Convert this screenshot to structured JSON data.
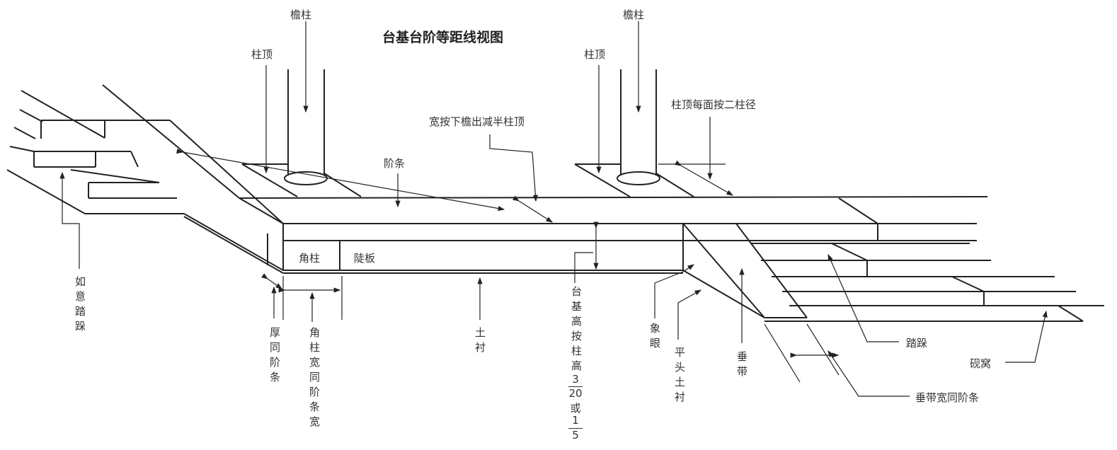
{
  "title": "台基台阶等距线视图",
  "labels": {
    "eave_column_left": "檐柱",
    "eave_column_right": "檐柱",
    "column_top_left": "柱顶",
    "column_top_right": "柱顶",
    "column_top_rule": "柱顶每面按二柱径",
    "width_rule": "宽按下檐出减半柱顶",
    "step_strip": "阶条",
    "corner_post": "角柱",
    "side_panel": "陡板",
    "ruyi_steps": "如意踏跺",
    "thickness_rule": "厚同阶条",
    "corner_post_width_rule": "角柱宽同阶条宽",
    "earth_lining": "土衬",
    "base_height_rule": "台基高按柱高",
    "fraction_1_num": "3",
    "fraction_1_den": "20",
    "or": "或",
    "fraction_2_num": "1",
    "fraction_2_den": "5",
    "elephant_eye": "象眼",
    "flat_earth_lining": "平头土衬",
    "side_slab": "垂带",
    "tread_steps": "踏跺",
    "stone_nest": "砚窝",
    "side_slab_rule": "垂带宽同阶条"
  }
}
